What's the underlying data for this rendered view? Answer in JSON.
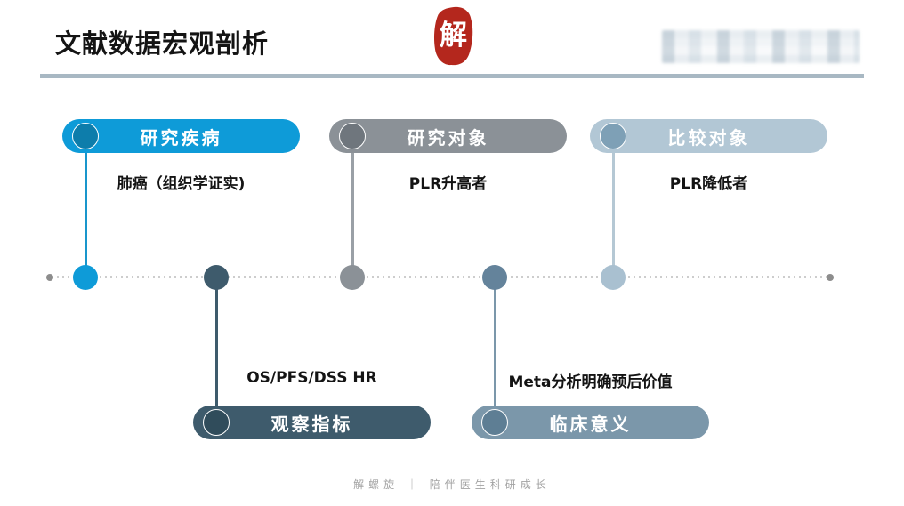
{
  "header": {
    "title": "文献数据宏观剖析",
    "seal_char": "解",
    "seal_color": "#b4271d",
    "divider_color": "#a8b8c3"
  },
  "timeline": {
    "dotted_line_color": "#9b9b9b",
    "endpoint_dot_color": "#8d8d8d"
  },
  "nodes": [
    {
      "label": "研究疾病",
      "detail": "肺癌（组织学证实)",
      "pill_color": "#0e9bd8",
      "circle_color": "#0d7dab",
      "dot_color": "#0e9bd8",
      "connector_color": "#1996cc"
    },
    {
      "label": "研究对象",
      "detail": "PLR升高者",
      "pill_color": "#8b9197",
      "circle_color": "#6f767d",
      "dot_color": "#8b9197",
      "connector_color": "#9aa0a6"
    },
    {
      "label": "比较对象",
      "detail": "PLR降低者",
      "pill_color": "#b2c7d5",
      "circle_color": "#7ea0b6",
      "dot_color": "#a9c0d0",
      "connector_color": "#b5c8d4"
    },
    {
      "label": "观察指标",
      "detail": "OS/PFS/DSS HR",
      "pill_color": "#3e5b6c",
      "circle_color": "#304c5b",
      "dot_color": "#3e5b6c",
      "connector_color": "#3e5b6c"
    },
    {
      "label": "临床意义",
      "detail": "Meta分析明确预后价值",
      "pill_color": "#7b97aa",
      "circle_color": "#5e7e94",
      "dot_color": "#64839b",
      "connector_color": "#7b97aa"
    }
  ],
  "footer": {
    "text": "解螺旋 ｜ 陪伴医生科研成长"
  }
}
